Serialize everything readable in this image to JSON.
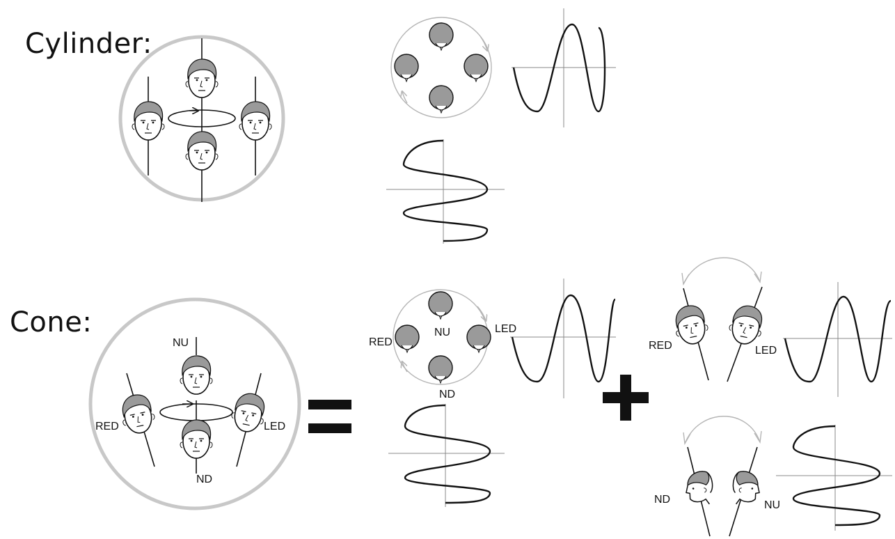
{
  "titles": {
    "cylinder": "Cylinder:",
    "cone": "Cone:"
  },
  "labels": {
    "nu": "NU",
    "nd": "ND",
    "red": "RED",
    "led": "LED"
  },
  "operators": {
    "equals": "=",
    "plus": "+"
  },
  "colors": {
    "circle": "#c8c8c8",
    "hair": "#9a9a9a",
    "line": "#111111",
    "arrow": "#b5b5b5",
    "axis": "#888888"
  },
  "icons": [
    "front-face-icon",
    "top-of-head-icon",
    "tilted-face-icon",
    "profile-face-icon",
    "sine-wave-icon",
    "rotation-arrow-icon"
  ]
}
